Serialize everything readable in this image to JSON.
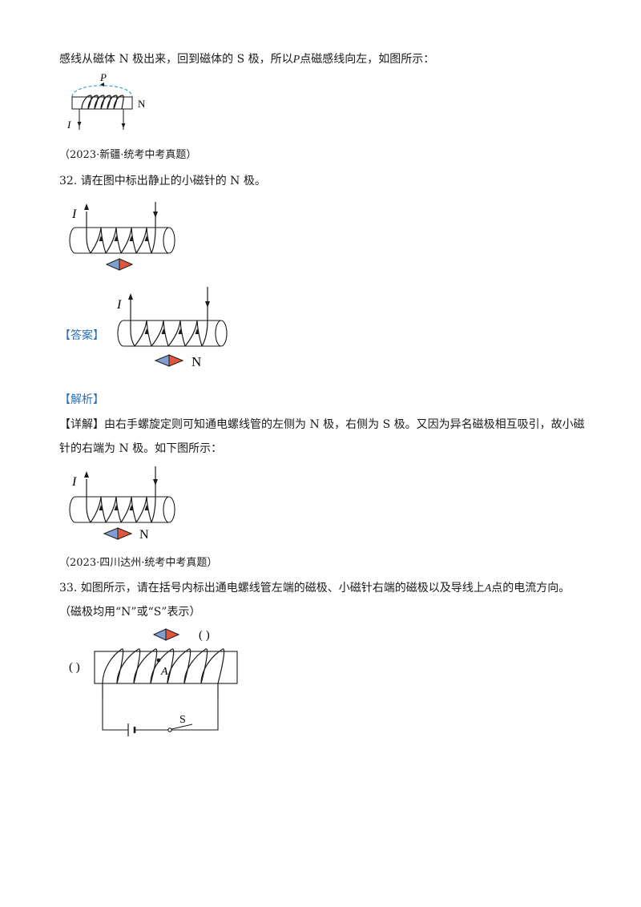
{
  "intro": {
    "line_before_p": "感线从磁体 N 极出来，回到磁体的 S 极，所以",
    "p_var": "P",
    "line_after_p": "点磁感线向左，如图所示："
  },
  "fig_intro": {
    "label_p": "P",
    "label_n": "N",
    "label_i": "I"
  },
  "src1": "（2023·新疆·统考中考真题）",
  "q32": {
    "text": "32. 请在图中标出静止的小磁针的 N 极。"
  },
  "fig32": {
    "label_i": "I"
  },
  "answer": {
    "tag": "【答案】",
    "label_i": "I",
    "label_n": "N"
  },
  "analysis": {
    "tag": "【解析】",
    "detail_tag": "【详解】",
    "line1": "由右手螺旋定则可知通电螺线管的左侧为 N 极，右侧为 S 极。又因为异名磁极相互吸引，故小磁",
    "line2": "针的右端为 N 极。如下图所示："
  },
  "fig_analysis": {
    "label_i": "I",
    "label_n": "N"
  },
  "src2": "（2023·四川达州·统考中考真题）",
  "q33": {
    "text_before_a": "33. 如图所示，请在括号内标出通电螺线管左端的磁极、小磁针右端的磁极以及导线上",
    "a_var": "A",
    "text_after_a": "点的电流方向。",
    "line2": "（磁极均用“N”或“S”表示）"
  },
  "fig33": {
    "bracket_left": "(   )",
    "bracket_right": "(   )",
    "label_a": "A",
    "label_s": "S"
  },
  "colors": {
    "needle_blue": "#7f9fd2",
    "needle_red": "#e2553a",
    "dashed_line": "#3aa5c8",
    "tag_blue": "#2e6fb7"
  }
}
